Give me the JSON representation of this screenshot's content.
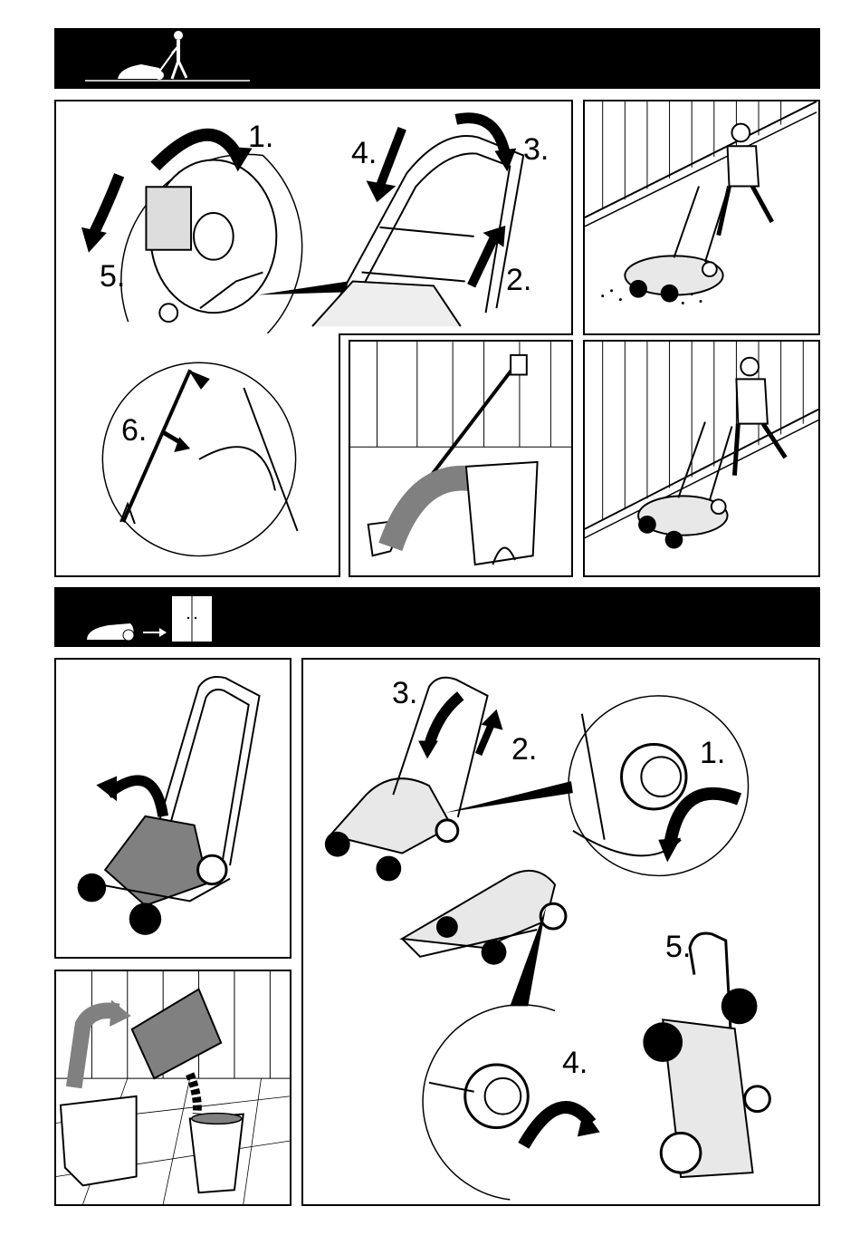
{
  "section1": {
    "icon": "walking-operator-with-sweeper-icon",
    "assembly_steps": [
      "1.",
      "2.",
      "3.",
      "4.",
      "5.",
      "6."
    ]
  },
  "section2": {
    "icon": "sweeper-to-storage-cabinet-icon",
    "storage_steps": [
      "1.",
      "2.",
      "3.",
      "4.",
      "5."
    ]
  },
  "colors": {
    "banner": "#000000",
    "ink": "#000000",
    "paper": "#ffffff",
    "shade": "#808080"
  }
}
